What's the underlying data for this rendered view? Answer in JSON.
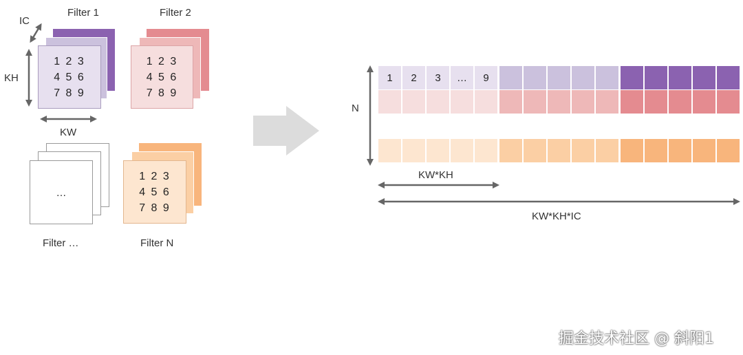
{
  "filters": {
    "filter1_label": "Filter 1",
    "filter2_label": "Filter 2",
    "filter_etc_label": "Filter …",
    "filterN_label": "Filter N",
    "ic_label": "IC",
    "kh_label": "KH",
    "kw_label": "KW",
    "kernel_rows": [
      "1 2 3",
      "4 5 6",
      "7 8 9"
    ],
    "ellipsis": "…"
  },
  "matrix": {
    "n_label": "N",
    "first_row_labels": [
      "1",
      "2",
      "3",
      "…",
      "9"
    ],
    "kwkh_label": "KW*KH",
    "kwkhic_label": "KW*KH*IC"
  },
  "colors": {
    "purple_dark": "#8b62b0",
    "purple_mid": "#cbc1dd",
    "purple_light": "#e7e0ef",
    "pink_dark": "#e48b90",
    "pink_mid": "#eeb8b8",
    "pink_light": "#f6dede",
    "orange_dark": "#f8b57c",
    "orange_mid": "#fbcfa4",
    "orange_light": "#fde6d0",
    "arrow_gray": "#dcdcdc",
    "line_gray": "#666666"
  },
  "watermark": "掘金技术社区 @ 斜阳1"
}
